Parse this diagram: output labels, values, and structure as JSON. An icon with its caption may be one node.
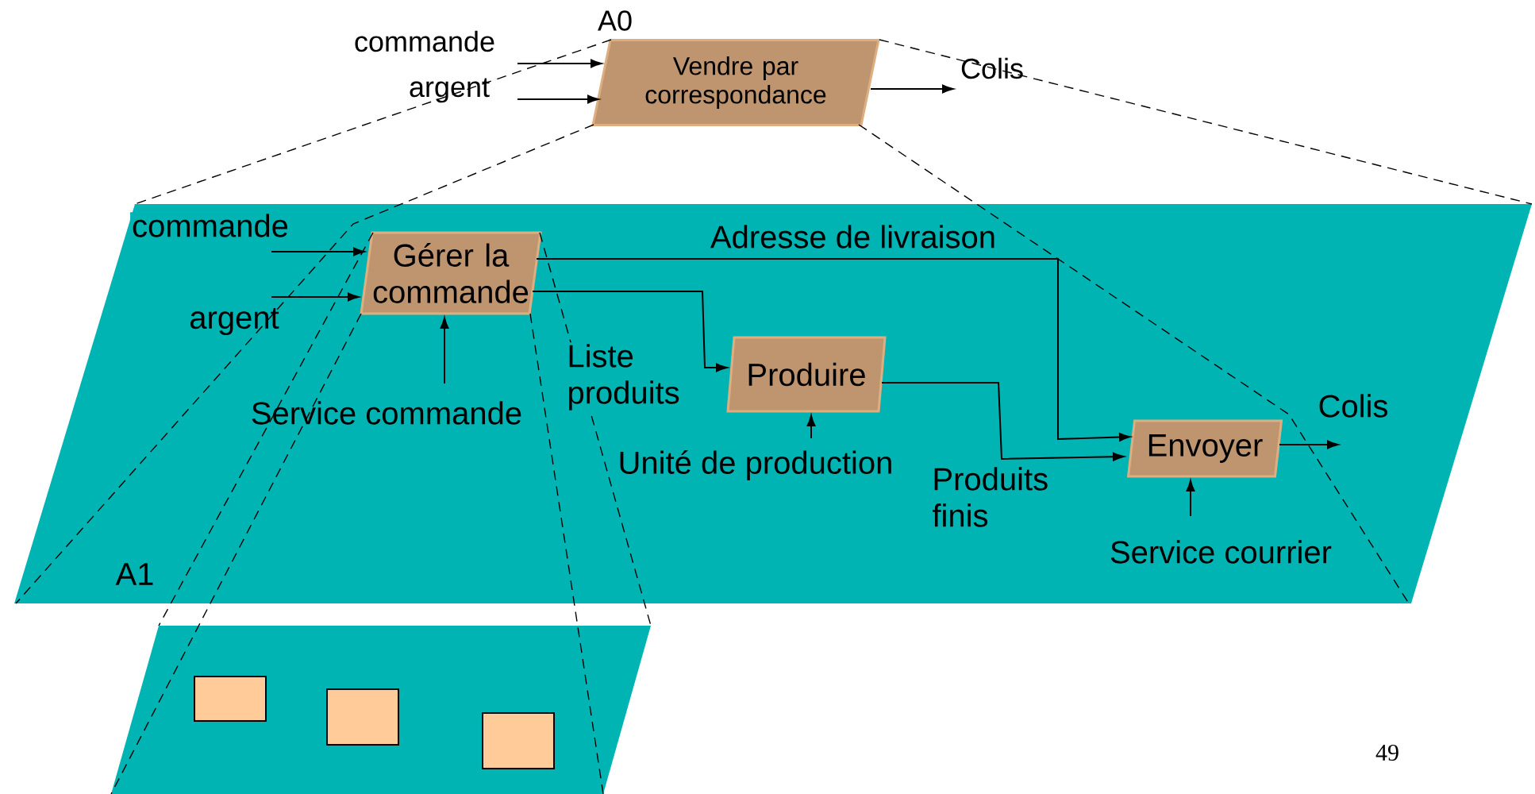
{
  "diagram": {
    "nodes": [
      {
        "text": [
          "commande"
        ]
      },
      {
        "text": [
          "argent"
        ]
      },
      {
        "text": [
          "Vendre par correspondance"
        ],
        "beside": [
          "A0"
        ]
      },
      {
        "text": [
          "Colis"
        ]
      },
      {
        "text": [
          "A1"
        ]
      },
      {
        "text": [
          "commande"
        ],
        "in": 4
      },
      {
        "text": [
          "argent"
        ],
        "in": 4
      },
      {
        "text": [
          "Gérer la commande"
        ],
        "in": 4
      },
      {
        "text": [
          "Service commande"
        ],
        "in": 4
      },
      {
        "text": [
          "Produire"
        ],
        "in": 4
      },
      {
        "text": [
          "Unité de production"
        ],
        "in": 4
      },
      {
        "text": [
          "Envoyer"
        ],
        "in": 4
      },
      {
        "text": [
          "Service courrier"
        ],
        "in": 4
      },
      {
        "text": [
          "Colis"
        ],
        "in": 4
      },
      {
        "text": [],
        "shape": "box"
      },
      {
        "text": [],
        "shape": "box",
        "in": 14
      },
      {
        "text": [],
        "shape": "box",
        "in": 14
      },
      {
        "text": [],
        "shape": "box",
        "in": 14
      }
    ],
    "edges": [
      {
        "from": 0,
        "to": 2,
        "arrow": "to"
      },
      {
        "from": 1,
        "to": 2,
        "arrow": "to"
      },
      {
        "from": 2,
        "to": 3,
        "arrow": "to"
      },
      {
        "from": 5,
        "to": 7,
        "arrow": "to"
      },
      {
        "from": 6,
        "to": 7,
        "arrow": "to"
      },
      {
        "from": 8,
        "to": 7,
        "arrow": "to"
      },
      {
        "from": 7,
        "to": 11,
        "arrow": "to",
        "label": "Adresse de livraison"
      },
      {
        "from": 7,
        "to": 9,
        "arrow": "to",
        "label": "Liste produits"
      },
      {
        "from": 10,
        "to": 9,
        "arrow": "to"
      },
      {
        "from": 9,
        "to": 11,
        "arrow": "to",
        "label": "Produits finis"
      },
      {
        "from": 12,
        "to": 11,
        "arrow": "to"
      },
      {
        "from": 11,
        "to": 13,
        "arrow": "to"
      },
      {
        "from": 2,
        "to": 4,
        "arrow": "none",
        "style": "dashed"
      },
      {
        "from": 2,
        "to": 4,
        "arrow": "none",
        "style": "dashed"
      },
      {
        "from": 2,
        "to": 4,
        "arrow": "none",
        "style": "dashed"
      },
      {
        "from": 2,
        "to": 4,
        "arrow": "none",
        "style": "dashed"
      },
      {
        "from": 7,
        "to": 14,
        "arrow": "none",
        "style": "dashed"
      },
      {
        "from": 7,
        "to": 14,
        "arrow": "none",
        "style": "dashed"
      },
      {
        "from": 7,
        "to": 14,
        "arrow": "none",
        "style": "dashed"
      },
      {
        "from": 7,
        "to": 14,
        "arrow": "none",
        "style": "dashed"
      }
    ],
    "labels": [
      "49"
    ]
  }
}
